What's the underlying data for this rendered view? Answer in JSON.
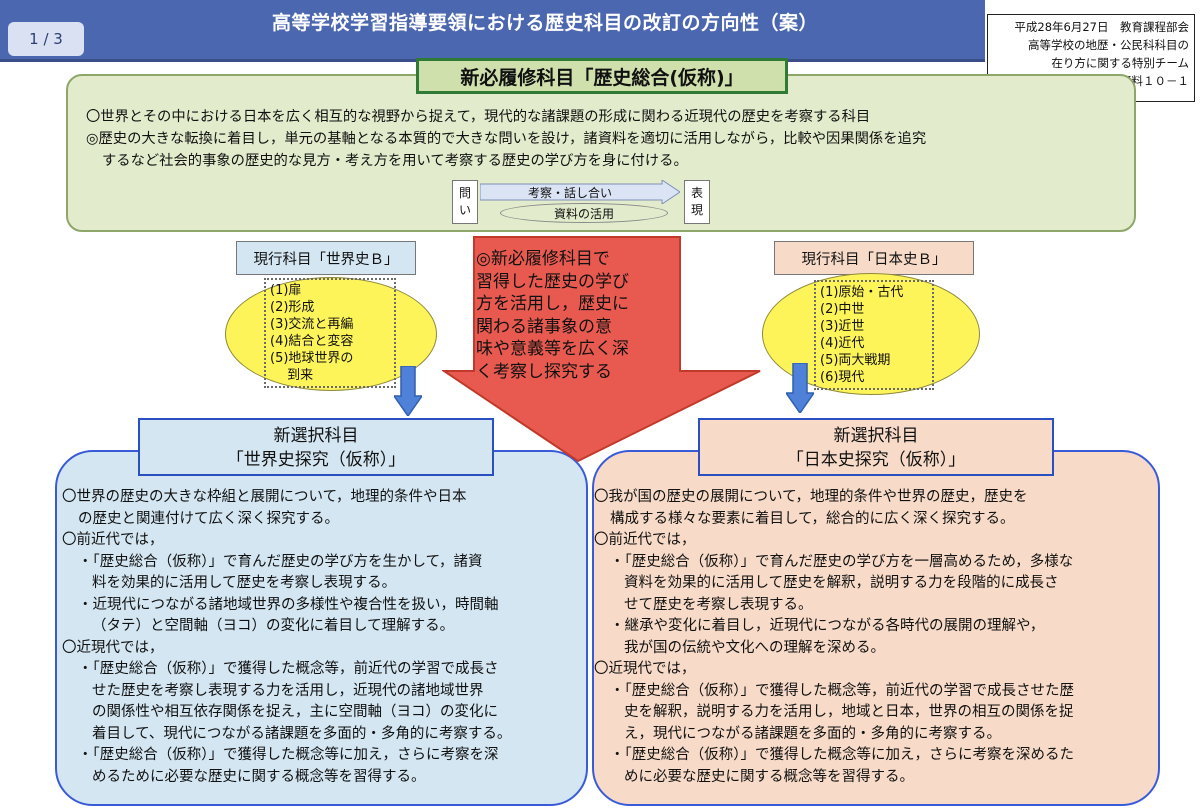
{
  "header": {
    "page_indicator": "1 / 3",
    "title": "高等学校学習指導要領における歴史科目の改訂の方向性（案）"
  },
  "doc_meta": [
    "平成28年6月27日　教育課程部会",
    "高等学校の地歴・公民科科目の",
    "在り方に関する特別チーム",
    "資料１０－１"
  ],
  "new_required": {
    "title": "新必履修科目「歴史総合(仮称)」",
    "lines": [
      "〇世界とその中における日本を広く相互的な視野から捉えて，現代的な諸課題の形成に関わる近現代の歴史を考察する科目",
      "◎歴史の大きな転換に着目し，単元の基軸となる本質的で大きな問いを設け，諸資料を適切に活用しながら，比較や因果関係を追究",
      "するなど社会的事象の歴史的な見方・考え方を用いて考察する歴史の学び方を身に付ける。"
    ],
    "flow": {
      "start": [
        "問",
        "い"
      ],
      "arrow_label": "考察・話し合い",
      "ellipse_label": "資料の活用",
      "end": [
        "表",
        "現"
      ]
    }
  },
  "center_arrow": {
    "lines": [
      "◎新必履修科目で",
      "習得した歴史の学び",
      "方を活用し，歴史に",
      "関わる諸事象の意",
      "味や意義等を広く深",
      "く考察し探究する"
    ]
  },
  "current_world": {
    "label": "現行科目「世界史Ｂ」",
    "units": [
      "(1)扉",
      "(2)形成",
      "(3)交流と再編",
      "(4)結合と変容",
      "(5)地球世界の",
      "　 到来"
    ]
  },
  "current_japan": {
    "label": "現行科目「日本史Ｂ」",
    "units": [
      "(1)原始・古代",
      "(2)中世",
      "(3)近世",
      "(4)近代",
      "(5)両大戦期",
      "(6)現代"
    ]
  },
  "world_inquiry": {
    "title_line1": "新選択科目",
    "title_line2": "「世界史探究（仮称）」",
    "lines": [
      {
        "level": 0,
        "text": "〇世界の歴史の大きな枠組と展開について，地理的条件や日本"
      },
      {
        "level": 1,
        "text": "の歴史と関連付けて広く深く探究する。"
      },
      {
        "level": 0,
        "text": "〇前近代では，"
      },
      {
        "level": 1,
        "text": "・「歴史総合（仮称）」で育んだ歴史の学び方を生かして，諸資"
      },
      {
        "level": 2,
        "text": "料を効果的に活用して歴史を考察し表現する。"
      },
      {
        "level": 1,
        "text": "・近現代につながる諸地域世界の多様性や複合性を扱い，時間軸"
      },
      {
        "level": 2,
        "text": "（タテ）と空間軸（ヨコ）の変化に着目して理解する。"
      },
      {
        "level": 0,
        "text": "〇近現代では，"
      },
      {
        "level": 1,
        "text": "・「歴史総合（仮称）」で獲得した概念等，前近代の学習で成長さ"
      },
      {
        "level": 2,
        "text": "せた歴史を考察し表現する力を活用し，近現代の諸地域世界"
      },
      {
        "level": 2,
        "text": "の関係性や相互依存関係を捉え，主に空間軸（ヨコ）の変化に"
      },
      {
        "level": 2,
        "text": "着目して、現代につながる諸課題を多面的・多角的に考察する。"
      },
      {
        "level": 1,
        "text": "・「歴史総合（仮称）」で獲得した概念等に加え，さらに考察を深"
      },
      {
        "level": 2,
        "text": "めるために必要な歴史に関する概念等を習得する。"
      }
    ]
  },
  "japan_inquiry": {
    "title_line1": "新選択科目",
    "title_line2": "「日本史探究（仮称）」",
    "lines": [
      {
        "level": 0,
        "text": "〇我が国の歴史の展開について，地理的条件や世界の歴史，歴史を"
      },
      {
        "level": 1,
        "text": "構成する様々な要素に着目して，総合的に広く深く探究する。"
      },
      {
        "level": 0,
        "text": "〇前近代では，"
      },
      {
        "level": 1,
        "text": "・「歴史総合（仮称）」で育んだ歴史の学び方を一層高めるため，多様な"
      },
      {
        "level": 2,
        "text": "資料を効果的に活用して歴史を解釈，説明する力を段階的に成長さ"
      },
      {
        "level": 2,
        "text": "せて歴史を考察し表現する。"
      },
      {
        "level": 1,
        "text": "・継承や変化に着目し，近現代につながる各時代の展開の理解や，"
      },
      {
        "level": 2,
        "text": "我が国の伝統や文化への理解を深める。"
      },
      {
        "level": 0,
        "text": "〇近現代では，"
      },
      {
        "level": 1,
        "text": "・「歴史総合（仮称）」で獲得した概念等，前近代の学習で成長させた歴"
      },
      {
        "level": 2,
        "text": "史を解釈，説明する力を活用し，地域と日本，世界の相互の関係を捉"
      },
      {
        "level": 2,
        "text": "え，現代につながる諸課題を多面的・多角的に考察する。"
      },
      {
        "level": 1,
        "text": "・「歴史総合（仮称）」で獲得した概念等に加え，さらに考察を深めるた"
      },
      {
        "level": 2,
        "text": "めに必要な歴史に関する概念等を習得する。"
      }
    ]
  },
  "colors": {
    "header_blue": "#4b67b0",
    "green_panel": "#e2eccc",
    "green_border": "#2f7a35",
    "yellow_ellipse": "#fdf45a",
    "world_panel": "#d3e6f2",
    "japan_panel": "#f7dbc8",
    "center_arrow": "#e85a50",
    "down_arrow": "#4f81d8"
  }
}
